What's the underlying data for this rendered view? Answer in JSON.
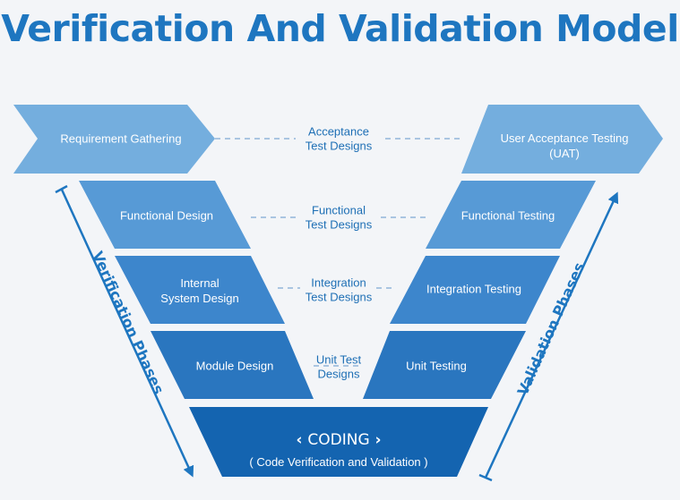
{
  "title": "Verification And Validation Model",
  "left": {
    "phase_label": "Verification Phases",
    "stages": [
      "Requirement Gathering",
      "Functional Design",
      "Internal\nSystem Design",
      "Module Design"
    ]
  },
  "right": {
    "phase_label": "Validation Phases",
    "stages": [
      "User Acceptance Testing\n(UAT)",
      "Functional Testing",
      "Integration Testing",
      "Unit Testing"
    ]
  },
  "middle": [
    "Acceptance\nTest Designs",
    "Functional\nTest Designs",
    "Integration\nTest Designs",
    "Unit Test\nDesigns"
  ],
  "coding": {
    "title": "CODING",
    "subtitle": "( Code Verification and Validation )"
  },
  "colors": {
    "title": "#1e76c0",
    "level1": "#74aede",
    "level2": "#579ad6",
    "level3": "#3d86cc",
    "level4": "#2a76bf",
    "coding": "#1464b0",
    "middle_text": "#1e6fb5"
  }
}
